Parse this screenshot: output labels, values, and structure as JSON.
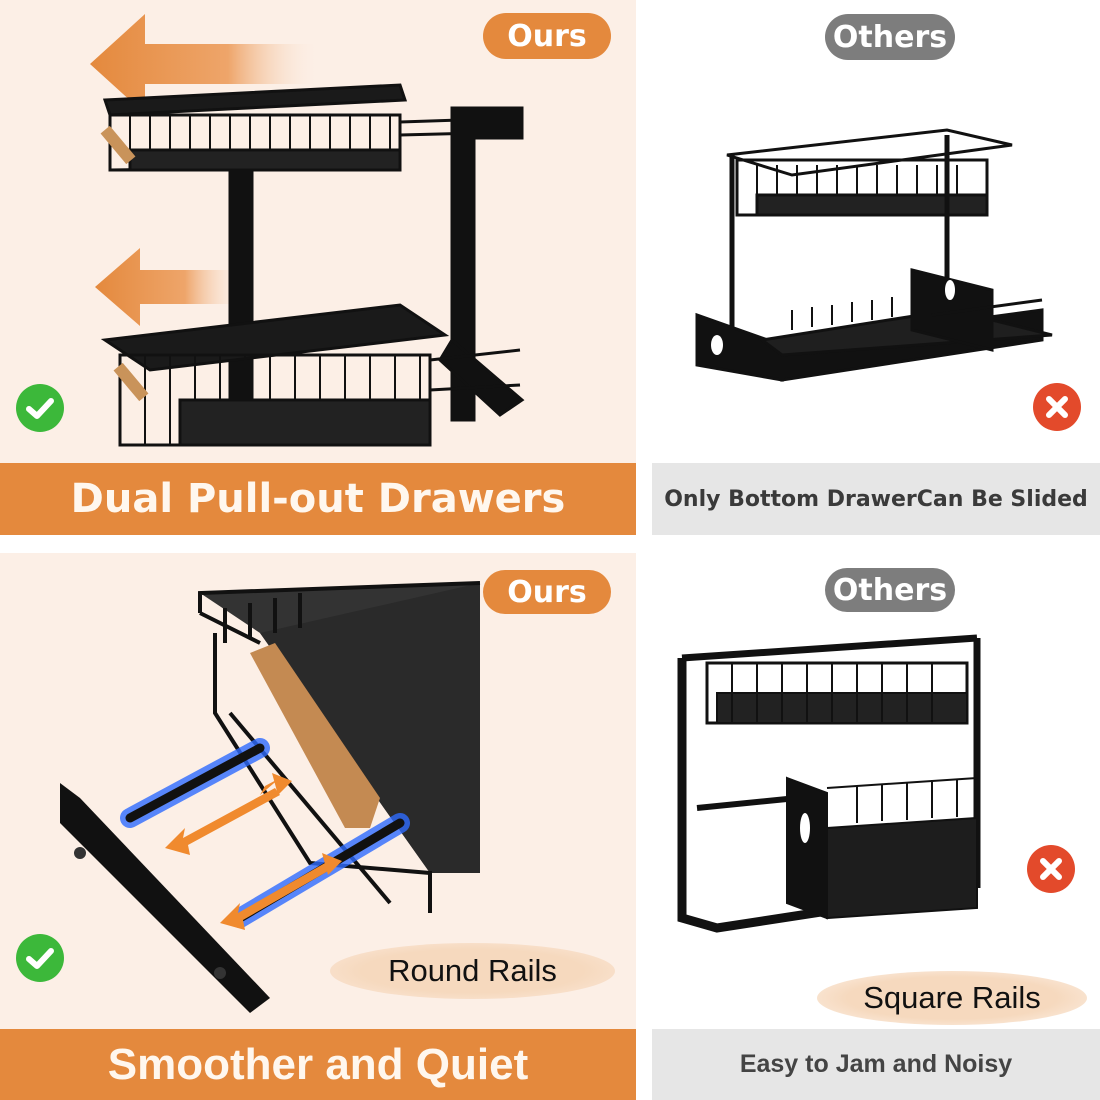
{
  "colors": {
    "accent_orange": "#e4893d",
    "ours_background": "#fcefe6",
    "others_pill_gray": "#7d7d7d",
    "others_banner_gray": "#e6e6e6",
    "check_green": "#3cb83a",
    "cross_red": "#e34a2b",
    "rail_glow_blue": "#1f5cff"
  },
  "panels": {
    "top_left": {
      "pill_label": "Ours",
      "banner_text": "Dual Pull-out Drawers",
      "status_icon": "check-icon",
      "illustration": "two-tier-rack-both-drawers-pulled-out"
    },
    "top_right": {
      "pill_label": "Others",
      "banner_text": "Only Bottom DrawerCan Be Slided",
      "status_icon": "cross-icon",
      "illustration": "two-tier-rack-bottom-drawer-only"
    },
    "bottom_left": {
      "pill_label": "Ours",
      "callout_label": "Round Rails",
      "banner_text": "Smoother and Quiet",
      "status_icon": "check-icon",
      "illustration": "drawer-on-round-rails"
    },
    "bottom_right": {
      "pill_label": "Others",
      "callout_label": "Square Rails",
      "banner_text": "Easy to Jam and Noisy",
      "status_icon": "cross-icon",
      "illustration": "rack-with-square-rails"
    }
  }
}
